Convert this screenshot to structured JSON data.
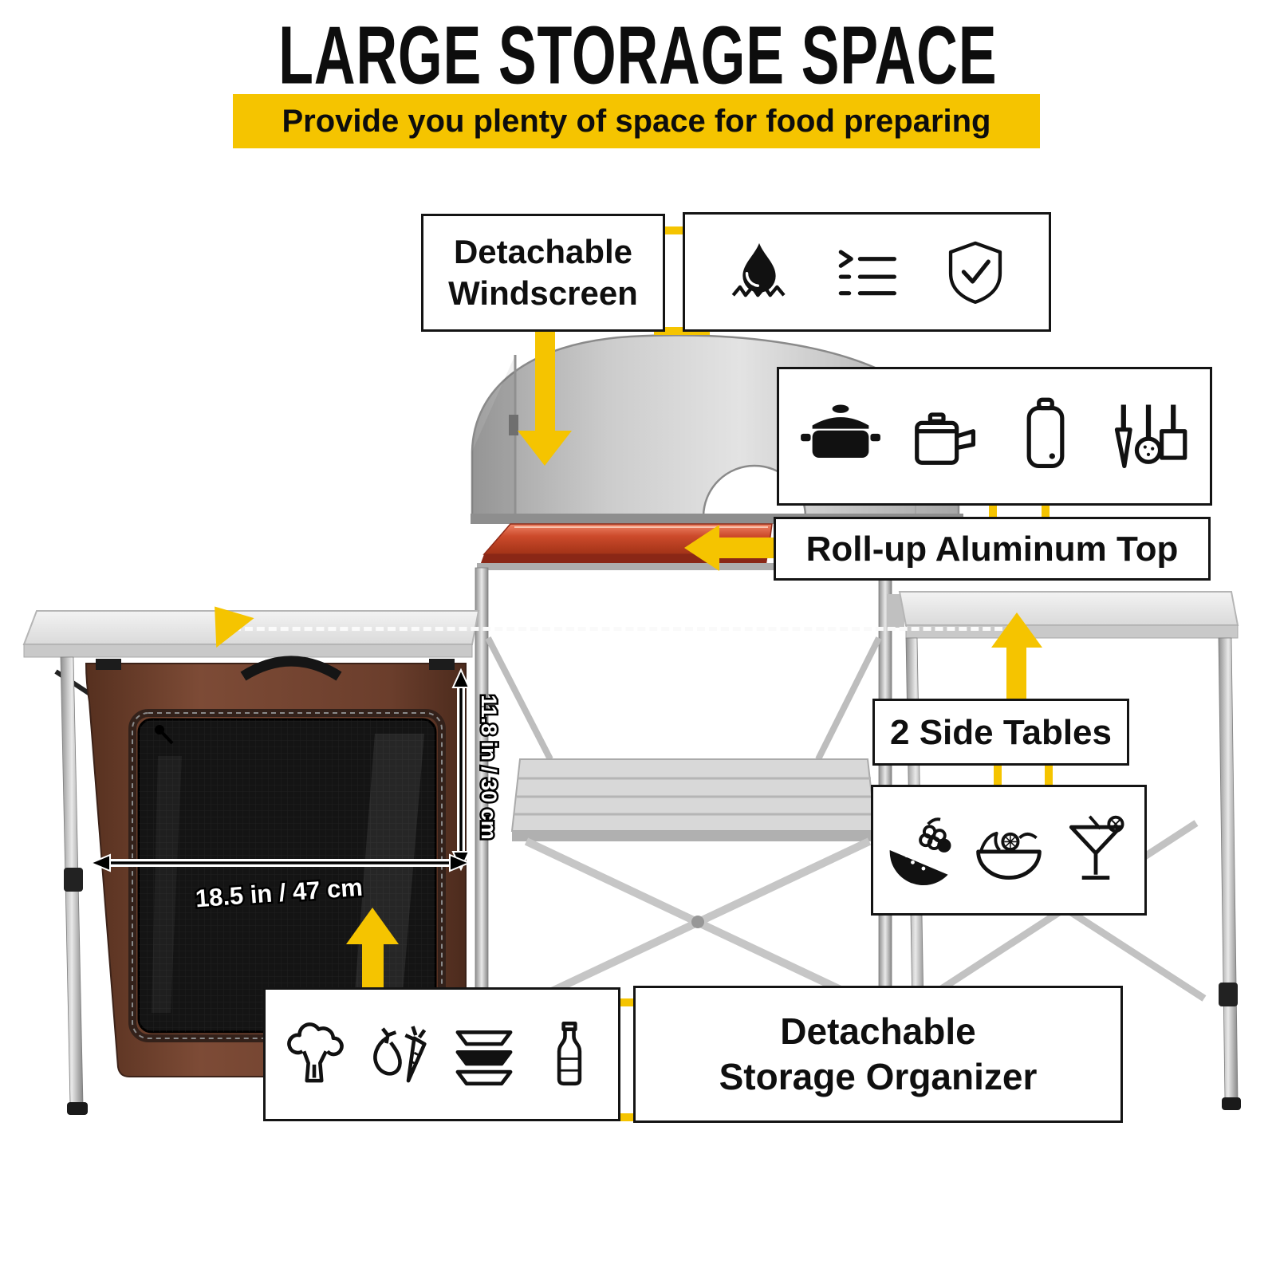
{
  "title": "LARGE STORAGE SPACE",
  "subtitle": "Provide you plenty of space for food preparing",
  "callouts": {
    "windscreen": {
      "line1": "Detachable",
      "line2": "Windscreen"
    },
    "rollup": {
      "label": "Roll-up Aluminum Top"
    },
    "side_tables": {
      "label": "2 Side Tables"
    },
    "storage": {
      "line1": "Detachable",
      "line2": "Storage Organizer"
    }
  },
  "dimensions": {
    "height_label": "11.8 in / 30 cm",
    "width_label": "18.5 in / 47 cm"
  },
  "icon_groups": {
    "features": [
      "waterproof-icon",
      "checklist-icon",
      "shield-check-icon"
    ],
    "cookware": [
      "pot-icon",
      "kettle-icon",
      "cutting-board-icon",
      "utensils-icon"
    ],
    "food": [
      "watermelon-icon",
      "salad-icon",
      "cocktail-icon"
    ],
    "storage": [
      "broccoli-icon",
      "vegetables-icon",
      "plates-icon",
      "bottle-icon"
    ]
  },
  "colors": {
    "accent_yellow": "#F5C400",
    "highlight_red": "#C0452A",
    "text_black": "#0d0d0d"
  }
}
